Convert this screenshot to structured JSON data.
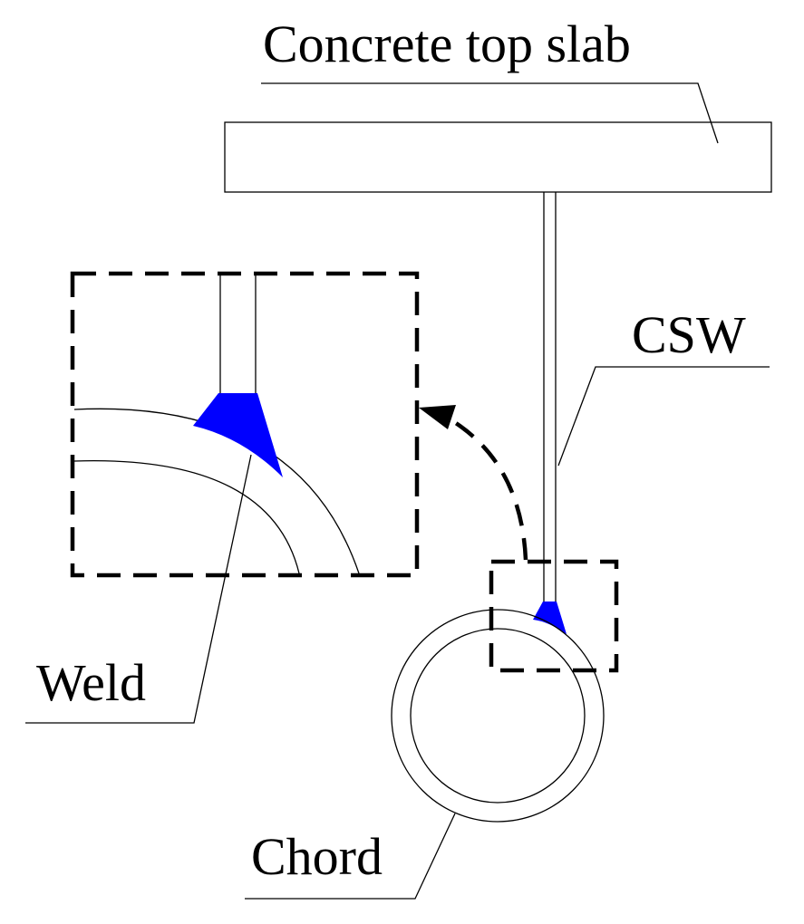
{
  "labels": {
    "slab": "Concrete top slab",
    "csw": "CSW",
    "weld": "Weld",
    "chord": "Chord"
  },
  "colors": {
    "weld": "#0000ff",
    "line": "#000000",
    "background": "#ffffff"
  }
}
